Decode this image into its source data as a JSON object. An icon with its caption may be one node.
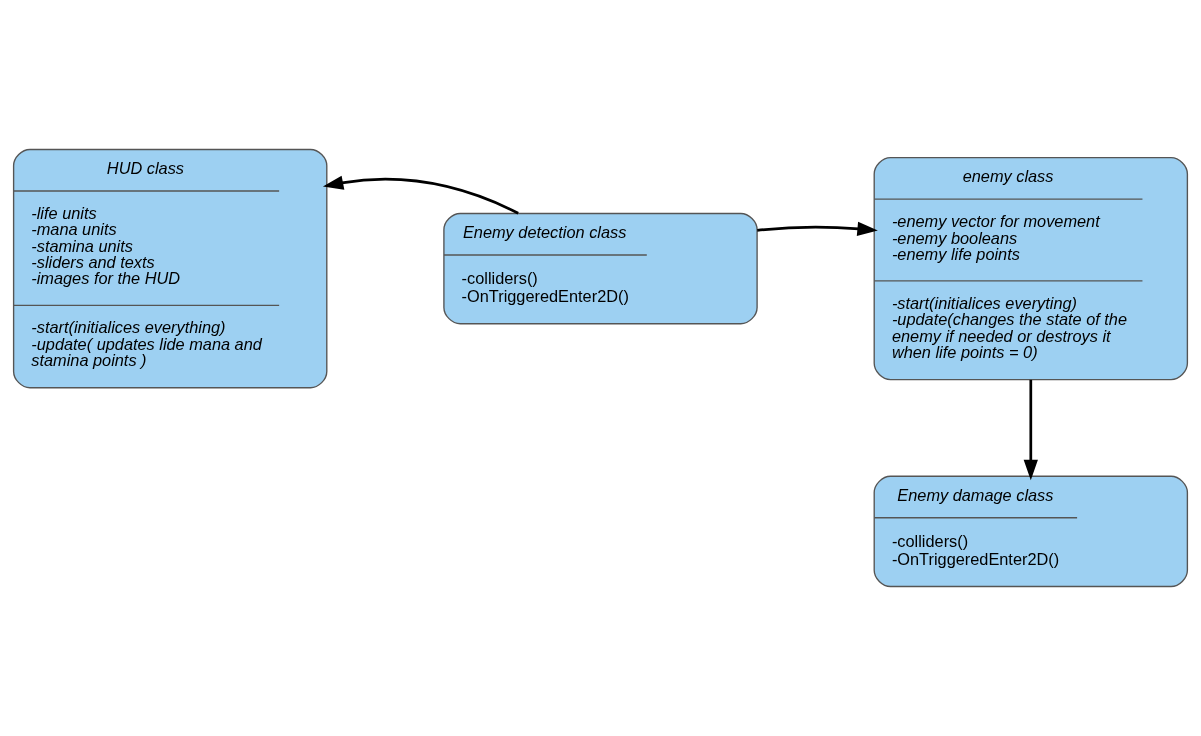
{
  "diagram": {
    "nodes": [
      {
        "text": [
          "HUD class",
          "-life units",
          "-mana units",
          "-stamina units",
          "-sliders and texts",
          "-images for the HUD",
          "-start(initialices everything)",
          "-update( updates lide mana and stamina points )"
        ]
      },
      {
        "text": [
          "Enemy detection class",
          "-colliders()",
          "-OnTriggeredEnter2D()"
        ]
      },
      {
        "text": [
          "enemy class",
          "-enemy vector for movement",
          "-enemy booleans",
          "-enemy life points",
          "-start(initialices everyting)",
          "-update(changes the state of the enemy if needed or destroys it when life points = 0)"
        ]
      },
      {
        "text": [
          "Enemy damage class",
          "-colliders()",
          "-OnTriggeredEnter2D()"
        ]
      }
    ],
    "edges": [
      {
        "from": 1,
        "to": 0,
        "arrow": "to"
      },
      {
        "from": 1,
        "to": 2,
        "arrow": "to"
      },
      {
        "from": 2,
        "to": 3,
        "arrow": "to"
      }
    ]
  }
}
